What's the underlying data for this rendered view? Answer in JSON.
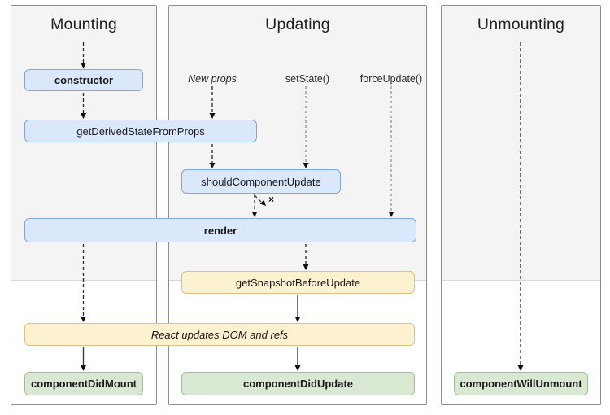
{
  "columns": [
    {
      "id": "mounting",
      "title": "Mounting"
    },
    {
      "id": "updating",
      "title": "Updating"
    },
    {
      "id": "unmounting",
      "title": "Unmounting"
    }
  ],
  "triggers": {
    "new_props": "New props",
    "set_state": "setState()",
    "force_update": "forceUpdate()"
  },
  "boxes": {
    "constructor": "constructor",
    "get_derived_state_from_props": "getDerivedStateFromProps",
    "should_component_update": "shouldComponentUpdate",
    "render": "render",
    "get_snapshot_before_update": "getSnapshotBeforeUpdate",
    "react_updates_dom": "React updates DOM and refs",
    "component_did_mount": "componentDidMount",
    "component_did_update": "componentDidUpdate",
    "component_will_unmount": "componentWillUnmount"
  },
  "marks": {
    "cancel_update": "×"
  },
  "colors": {
    "phase_top_bg": "#f4f4f4",
    "panel_border": "#8c8c8c",
    "blue_fill": "#dbe7fb",
    "blue_border": "#7fa7e6",
    "yellow_fill": "#fcf2cf",
    "yellow_border": "#dcc183",
    "green_fill": "#d9e8d2",
    "green_border": "#a2bf93"
  }
}
